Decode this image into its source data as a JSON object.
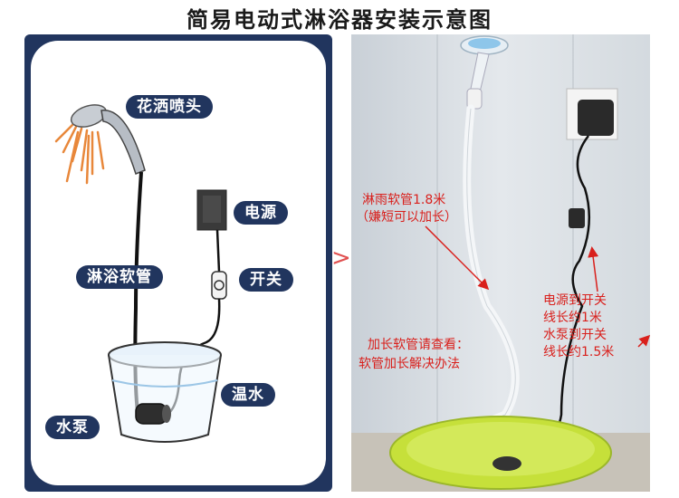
{
  "title": "简易电动式淋浴器安装示意图",
  "left_labels": {
    "shower_head": "花洒喷头",
    "power": "电源",
    "switch": "开关",
    "hose": "淋浴软管",
    "warm_water": "温水",
    "pump": "水泵"
  },
  "right_labels": {
    "hose_length_1": "淋雨软管1.8米",
    "hose_length_2": "（嫌短可以加长）",
    "extension_1": "加长软管请查看：",
    "extension_2": "软管加长解决办法",
    "cable_1": "电源到开关",
    "cable_2": "线长约1米",
    "cable_3": "水泵到开关",
    "cable_4": "线长约1.5米"
  },
  "arrow_glyph": ">",
  "colors": {
    "frame_navy": "#21355e",
    "annotation_red": "#d9201c",
    "basin_green": "#c6e03a",
    "wall_gray": "#d7dde3"
  }
}
